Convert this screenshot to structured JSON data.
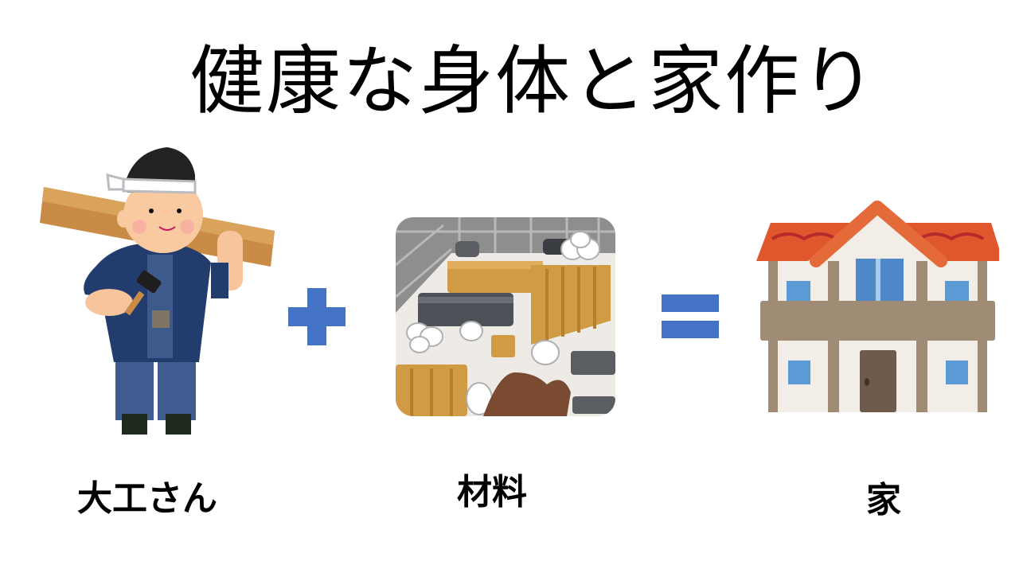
{
  "slide": {
    "title": "健康な身体と家作り",
    "equation": {
      "items": [
        {
          "id": "carpenter",
          "label": "大工さん",
          "illustration": "carpenter-with-lumber-and-hammer"
        },
        {
          "operator": "plus",
          "symbol": "+"
        },
        {
          "id": "materials",
          "label": "材料",
          "illustration": "construction-materials-pile"
        },
        {
          "operator": "equals",
          "symbol": "="
        },
        {
          "id": "house",
          "label": "家",
          "illustration": "two-story-house"
        }
      ]
    },
    "colors": {
      "operator_blue": "#4472C4",
      "roof": "#E0572E",
      "wood": "#D19A45",
      "jacket": "#233C6E",
      "trim": "#A08C74",
      "window": "#5B9BD5"
    }
  }
}
